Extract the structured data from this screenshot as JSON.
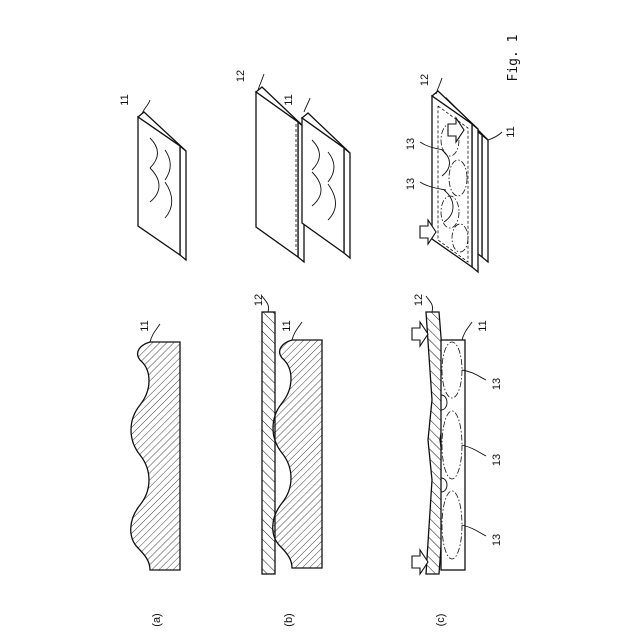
{
  "figure": {
    "caption": "Fig. 1"
  },
  "panels": [
    {
      "id": "a",
      "label": "(a)"
    },
    {
      "id": "b",
      "label": "(b)"
    },
    {
      "id": "c",
      "label": "(c)"
    }
  ],
  "reference_numerals": {
    "base": "11",
    "cover": "12",
    "region": "13"
  }
}
